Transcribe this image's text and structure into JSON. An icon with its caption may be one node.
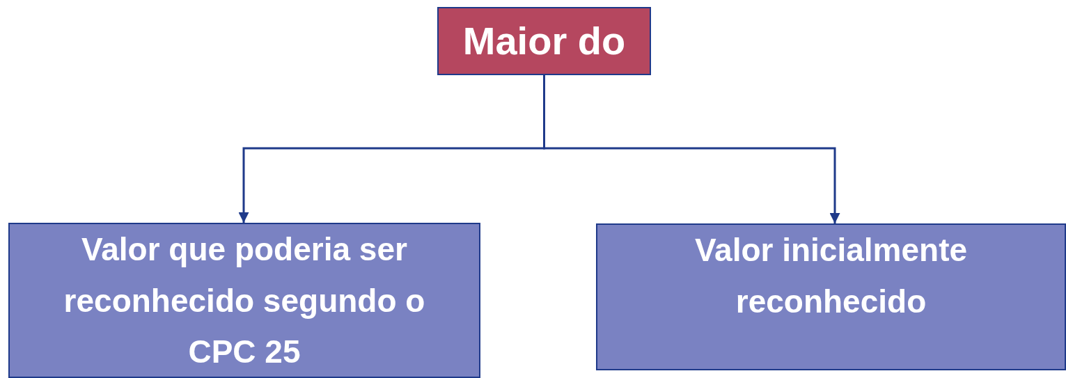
{
  "diagram": {
    "nodes": [
      {
        "text": [
          "Maior do"
        ]
      },
      {
        "text": [
          "Valor que poderia ser reconhecido segundo o CPC 25"
        ]
      },
      {
        "text": [
          "Valor inicialmente reconhecido"
        ]
      }
    ],
    "edges": [
      {
        "from": 0,
        "to": 1,
        "arrow": "to"
      },
      {
        "from": 0,
        "to": 2,
        "arrow": "to"
      }
    ]
  }
}
